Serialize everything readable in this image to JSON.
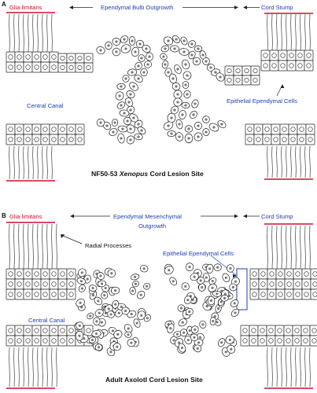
{
  "panel_a": {
    "letter": "A",
    "glia_limitans": "Glia limitans",
    "bulb_outgrowth": "Ependymal  Bulb Outgrowth",
    "cord_stump": "Cord Stump",
    "central_canal": "Central Canal",
    "epithelial_cells": "Epithelial Ependymal Cells",
    "caption_prefix": "NF50-53 ",
    "caption_species": "Xenopus",
    "caption_suffix": " Cord Lesion Site"
  },
  "panel_b": {
    "letter": "B",
    "glia_limitans": "Glia limitans",
    "mesenchymal_line1": "Ependymal  Mesenchymal",
    "mesenchymal_line2": "Outgrowth",
    "cord_stump": "Cord Stump",
    "radial_processes": "Radial Processes",
    "epithelial_cells": "Epithelial Ependymal Cells",
    "central_canal": "Central Canal",
    "caption": "Adult Axolotl Cord Lesion Site"
  },
  "colors": {
    "red": "#c8102e",
    "blue": "#1f3fb5",
    "ink": "#222222"
  }
}
